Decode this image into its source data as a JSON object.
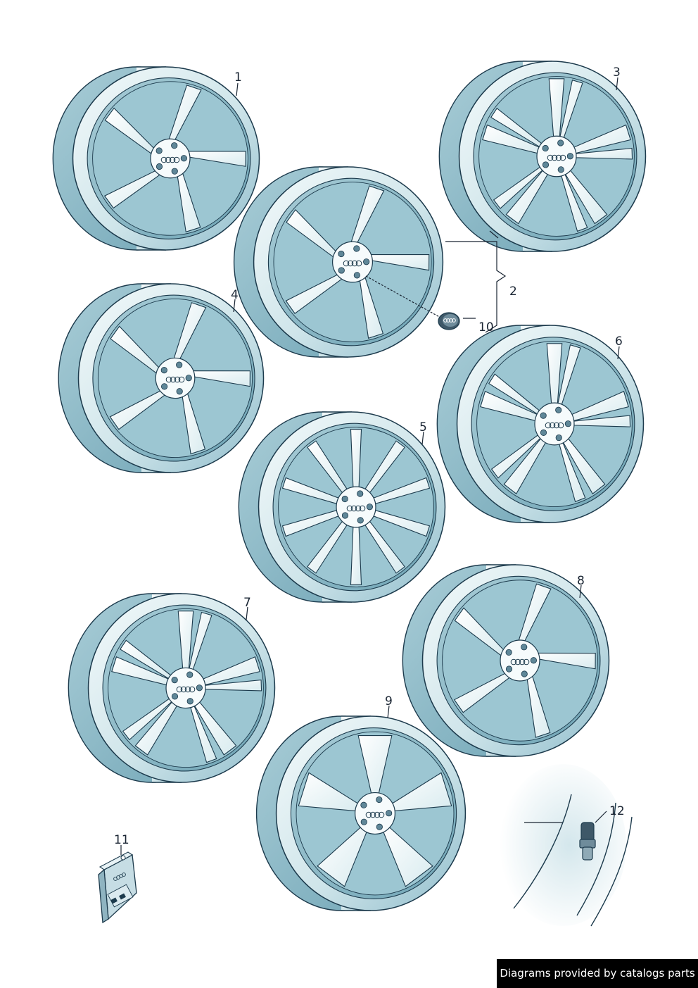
{
  "callouts": {
    "c1": "1",
    "c2": "2",
    "c3": "3",
    "c4": "4",
    "c5": "5",
    "c6": "6",
    "c7": "7",
    "c8": "8",
    "c9": "9",
    "c10": "10",
    "c11": "11",
    "c12": "12"
  },
  "footer": {
    "text": "Diagrams provided by catalogs parts"
  },
  "colors": {
    "rim_light": "#eef6f8",
    "rim_mid": "#b9d8e0",
    "rim_dark": "#7fb2c0",
    "outline": "#1c3a4c",
    "footer_bg": "#000000"
  },
  "icons": {
    "wheel": "alloy-wheel-illustration",
    "hub_cap": "center-cap-illustration",
    "packet": "parts-packet-illustration",
    "valve": "tire-valve-illustration",
    "logo": "four-rings-logo"
  }
}
